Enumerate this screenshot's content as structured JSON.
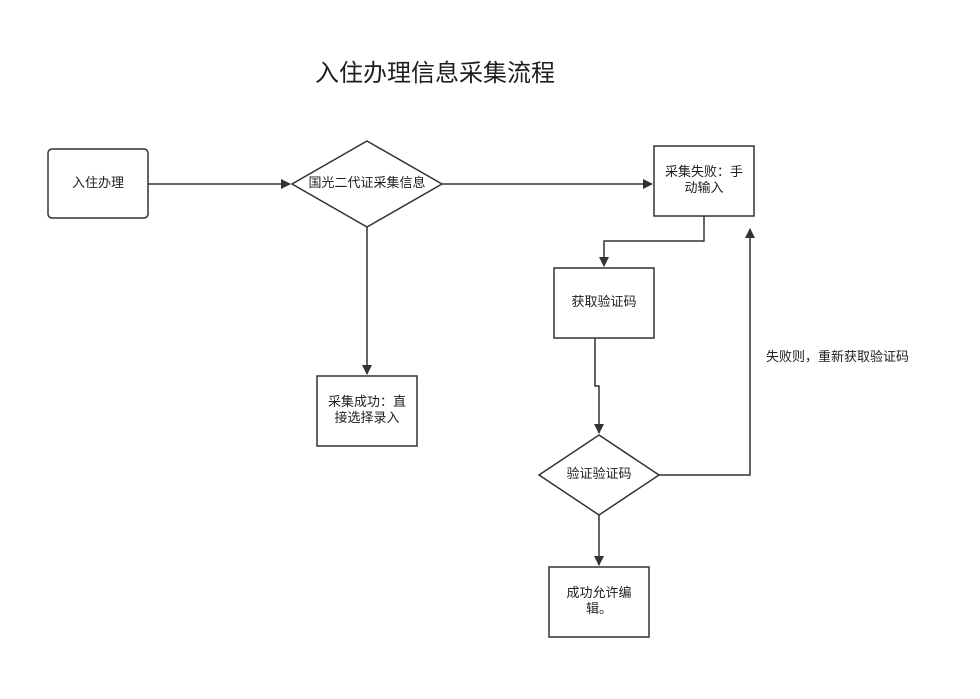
{
  "title": "入住办理信息采集流程",
  "nodes": {
    "checkin": "入住办理",
    "id_collect": "国光二代证采集信息",
    "collect_fail": "采集失败：手动输入",
    "collect_success": "采集成功：直接选择录入",
    "get_code": "获取验证码",
    "verify_code": "验证验证码",
    "edit_allowed": "成功允许编辑。"
  },
  "edges": {
    "fail_retry": "失败则，重新获取验证码"
  },
  "colors": {
    "stroke": "#333333",
    "fill": "#ffffff",
    "text": "#1e1e1e"
  }
}
